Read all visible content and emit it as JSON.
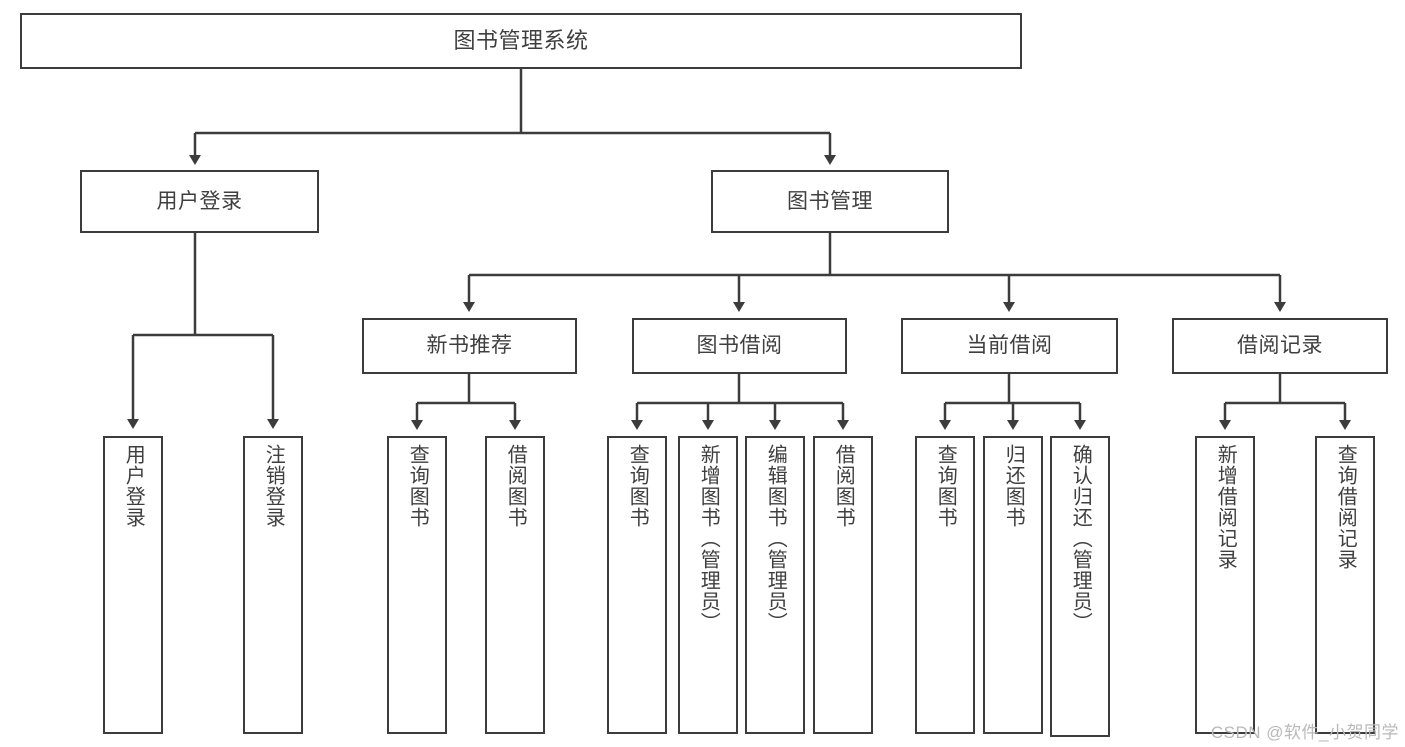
{
  "diagram": {
    "title": "图书管理系统",
    "type": "tree-hierarchy-diagram",
    "watermark": "CSDN @软件_小贺同学"
  },
  "nodes": {
    "root": {
      "label": "图书管理系统"
    },
    "level1": [
      {
        "label": "用户登录"
      },
      {
        "label": "图书管理"
      }
    ],
    "level2": [
      {
        "label": "新书推荐"
      },
      {
        "label": "图书借阅"
      },
      {
        "label": "当前借阅"
      },
      {
        "label": "借阅记录"
      }
    ],
    "leaves_user_login": [
      {
        "label": "用户登录"
      },
      {
        "label": "注销登录"
      }
    ],
    "leaves_new_book": [
      {
        "label": "查询图书"
      },
      {
        "label": "借阅图书"
      }
    ],
    "leaves_borrow": [
      {
        "label": "查询图书"
      },
      {
        "label": "新增图书（管理员）"
      },
      {
        "label": "编辑图书（管理员）"
      },
      {
        "label": "借阅图书"
      }
    ],
    "leaves_current": [
      {
        "label": "查询图书"
      },
      {
        "label": "归还图书"
      },
      {
        "label": "确认归还（管理员）"
      }
    ],
    "leaves_record": [
      {
        "label": "新增借阅记录"
      },
      {
        "label": "查询借阅记录"
      }
    ]
  },
  "colors": {
    "stroke": "#3c3c3c",
    "text": "#3f3f3f",
    "background": "#ffffff",
    "watermark": "#b9b9b9"
  }
}
